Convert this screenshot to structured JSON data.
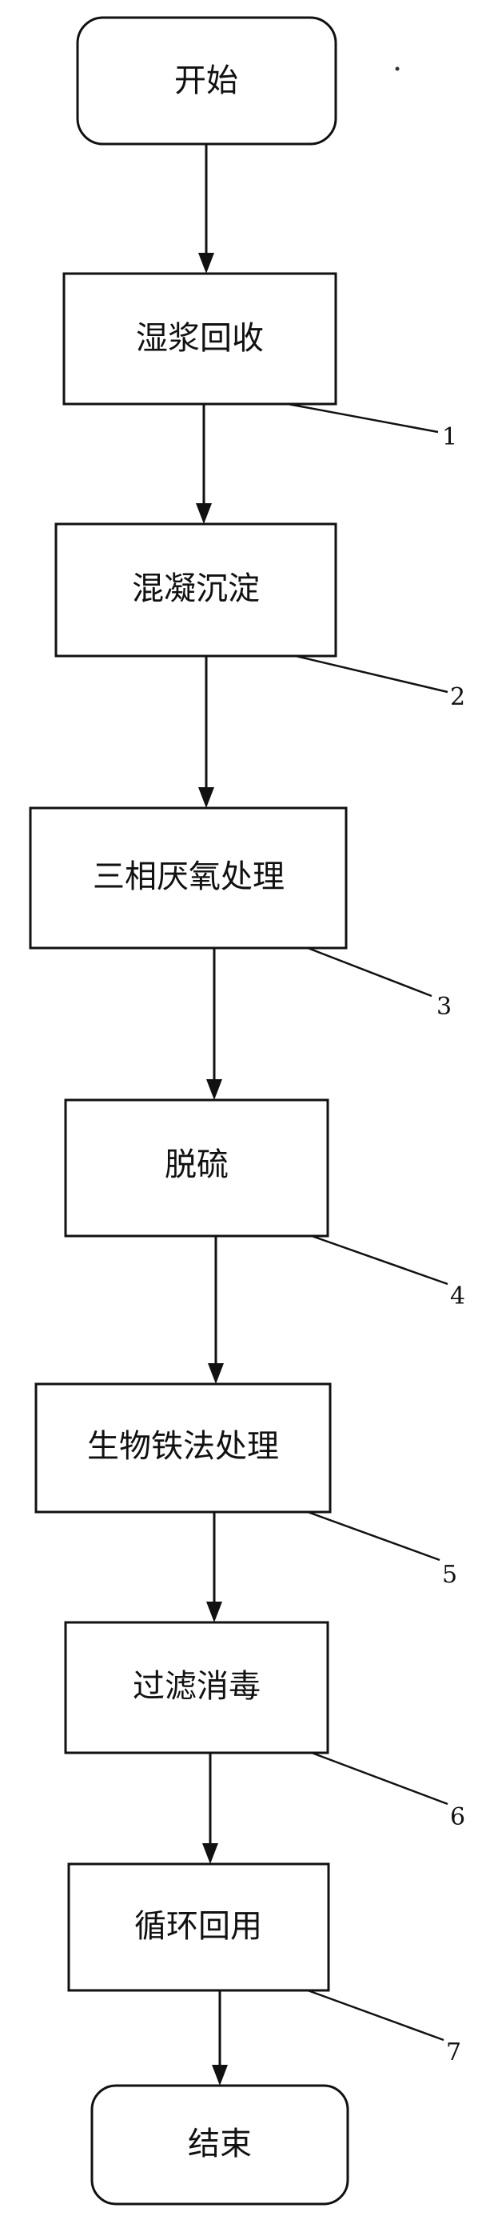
{
  "nodes": [
    {
      "id": "start",
      "label": "开始",
      "shape": "rounded"
    },
    {
      "id": "wet-pulp-recovery",
      "label": "湿浆回收",
      "shape": "rect"
    },
    {
      "id": "coagulation-sedimentation",
      "label": "混凝沉淀",
      "shape": "rect"
    },
    {
      "id": "three-phase-anaerobic",
      "label": "三相厌氧处理",
      "shape": "rect"
    },
    {
      "id": "desulfurization",
      "label": "脱硫",
      "shape": "rect"
    },
    {
      "id": "bio-iron-treatment",
      "label": "生物铁法处理",
      "shape": "rect"
    },
    {
      "id": "filtration-disinfection",
      "label": "过滤消毒",
      "shape": "rect"
    },
    {
      "id": "recycling",
      "label": "循环回用",
      "shape": "rect"
    },
    {
      "id": "end",
      "label": "结束",
      "shape": "rounded"
    }
  ],
  "references": [
    "1",
    "2",
    "3",
    "4",
    "5",
    "6",
    "7"
  ],
  "edges": [
    [
      "start",
      "wet-pulp-recovery"
    ],
    [
      "wet-pulp-recovery",
      "coagulation-sedimentation"
    ],
    [
      "coagulation-sedimentation",
      "three-phase-anaerobic"
    ],
    [
      "three-phase-anaerobic",
      "desulfurization"
    ],
    [
      "desulfurization",
      "bio-iron-treatment"
    ],
    [
      "bio-iron-treatment",
      "filtration-disinfection"
    ],
    [
      "filtration-disinfection",
      "recycling"
    ],
    [
      "recycling",
      "end"
    ]
  ]
}
